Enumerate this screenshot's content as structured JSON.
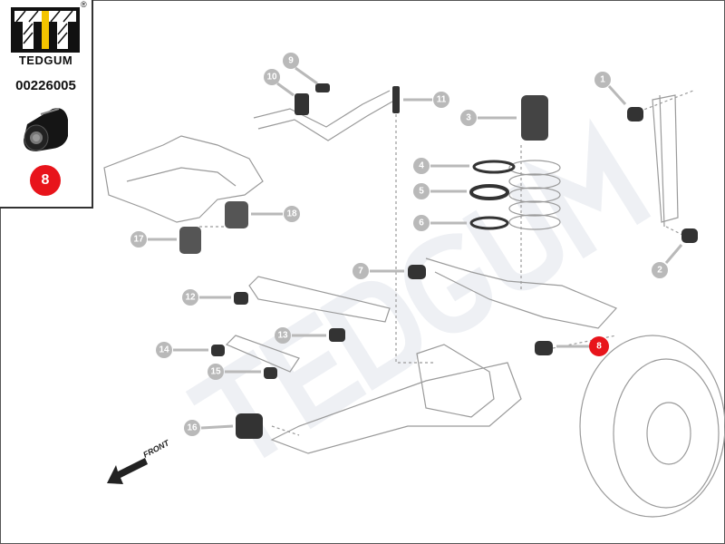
{
  "brand": {
    "name": "TEDGUM",
    "registered_mark": "®"
  },
  "part_number": "00226005",
  "highlighted_position": "8",
  "colors": {
    "highlight": "#e8141b",
    "callout": "#b9b9b9",
    "lines": "#9a9a9a",
    "logo_yellow": "#f3c400"
  },
  "callouts": [
    "1",
    "2",
    "3",
    "4",
    "5",
    "6",
    "7",
    "8",
    "9",
    "10",
    "11",
    "12",
    "13",
    "14",
    "15",
    "16",
    "17",
    "18"
  ],
  "front_label": "FRONT",
  "watermark": "TEDGUM"
}
